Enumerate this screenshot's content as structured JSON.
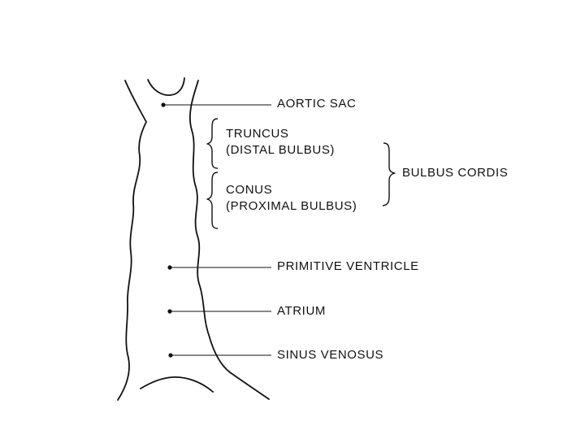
{
  "labels": {
    "aortic_sac": "AORTIC SAC",
    "truncus": "TRUNCUS",
    "distal_bulbus": "(DISTAL BULBUS)",
    "conus": "CONUS",
    "proximal_bulbus": "(PROXIMAL BULBUS)",
    "bulbus_cordis": "BULBUS CORDIS",
    "primitive_ventricle": "PRIMITIVE VENTRICLE",
    "atrium": "ATRIUM",
    "sinus_venosus": "SINUS VENOSUS"
  },
  "colors": {
    "line": "#111111",
    "background": "#ffffff"
  }
}
